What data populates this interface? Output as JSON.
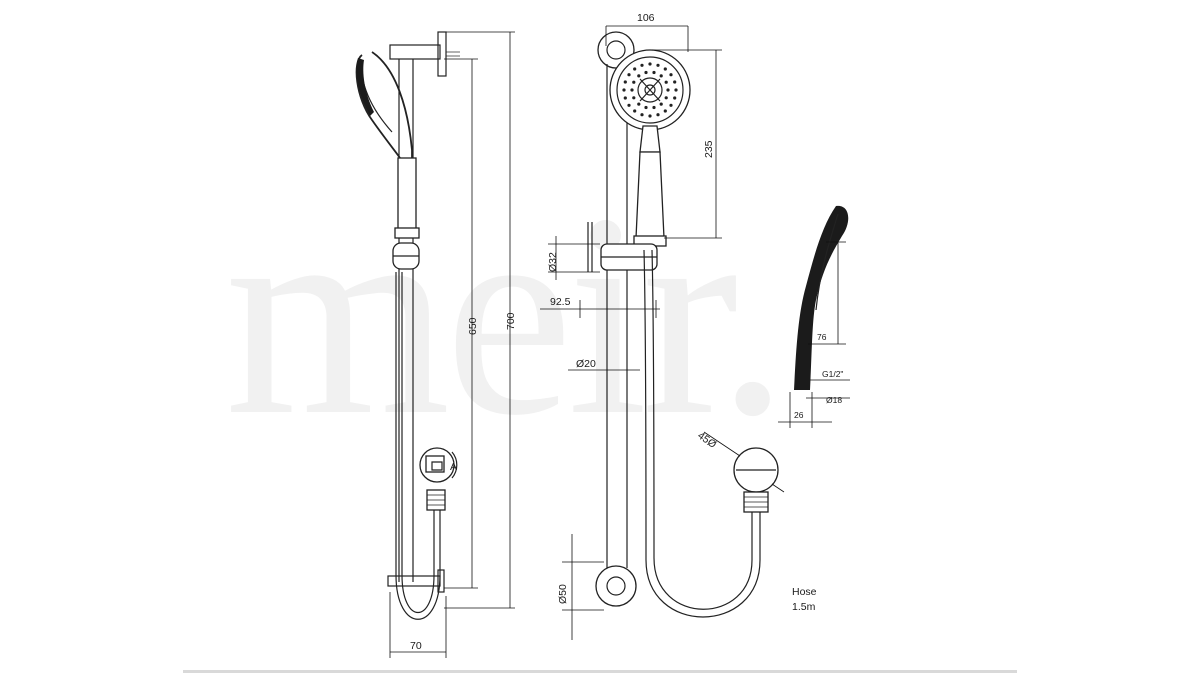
{
  "watermark": {
    "text": "meir."
  },
  "dimensions": {
    "overall_height": "700",
    "rail_height": "650",
    "projection": "70",
    "head_width": "106",
    "head_to_grip": "235",
    "bracket_dia": "Ø32",
    "bracket_offset": "92.5",
    "rail_dia": "Ø20",
    "wall_plate_dia": "Ø50",
    "elbow_dia": "45Ø",
    "handle_length": "76",
    "thread": "G1/2\"",
    "hose_end_dia": "Ø18",
    "handle_base": "26",
    "detail_label": "A"
  },
  "hose_note": {
    "line1": "Hose",
    "line2": "1.5m"
  },
  "colors": {
    "line": "#222222",
    "watermark": "#f1f1f1",
    "baseline": "#d9d9d9"
  }
}
